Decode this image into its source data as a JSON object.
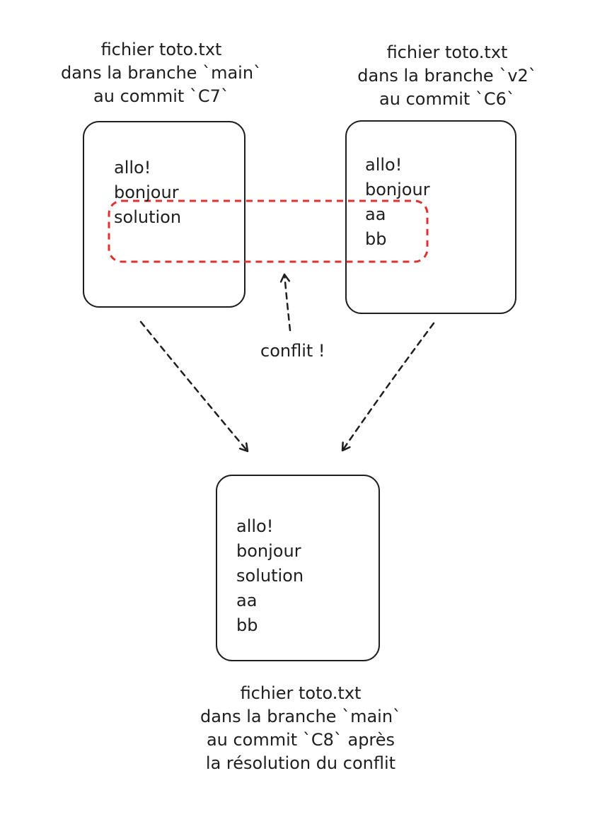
{
  "captions": {
    "main_c7": {
      "line1": "fichier toto.txt",
      "line2": "dans la branche `main`",
      "line3": "au commit `C7`"
    },
    "v2_c6": {
      "line1": "fichier toto.txt",
      "line2": "dans la branche `v2`",
      "line3": "au commit `C6`"
    },
    "main_c8": {
      "line1": "fichier toto.txt",
      "line2": "dans la branche `main`",
      "line3": "au commit `C8` après",
      "line4": "la résolution du conflit"
    }
  },
  "files": {
    "main_c7": [
      "allo!",
      "bonjour",
      "solution"
    ],
    "v2_c6": [
      "allo!",
      "bonjour",
      "aa",
      "bb"
    ],
    "main_c8": [
      "allo!",
      "bonjour",
      "solution",
      "aa",
      "bb"
    ]
  },
  "conflict_label": "conflit !",
  "colors": {
    "stroke": "#1e1e1e",
    "conflict": "#e03131",
    "background": "#ffffff"
  }
}
